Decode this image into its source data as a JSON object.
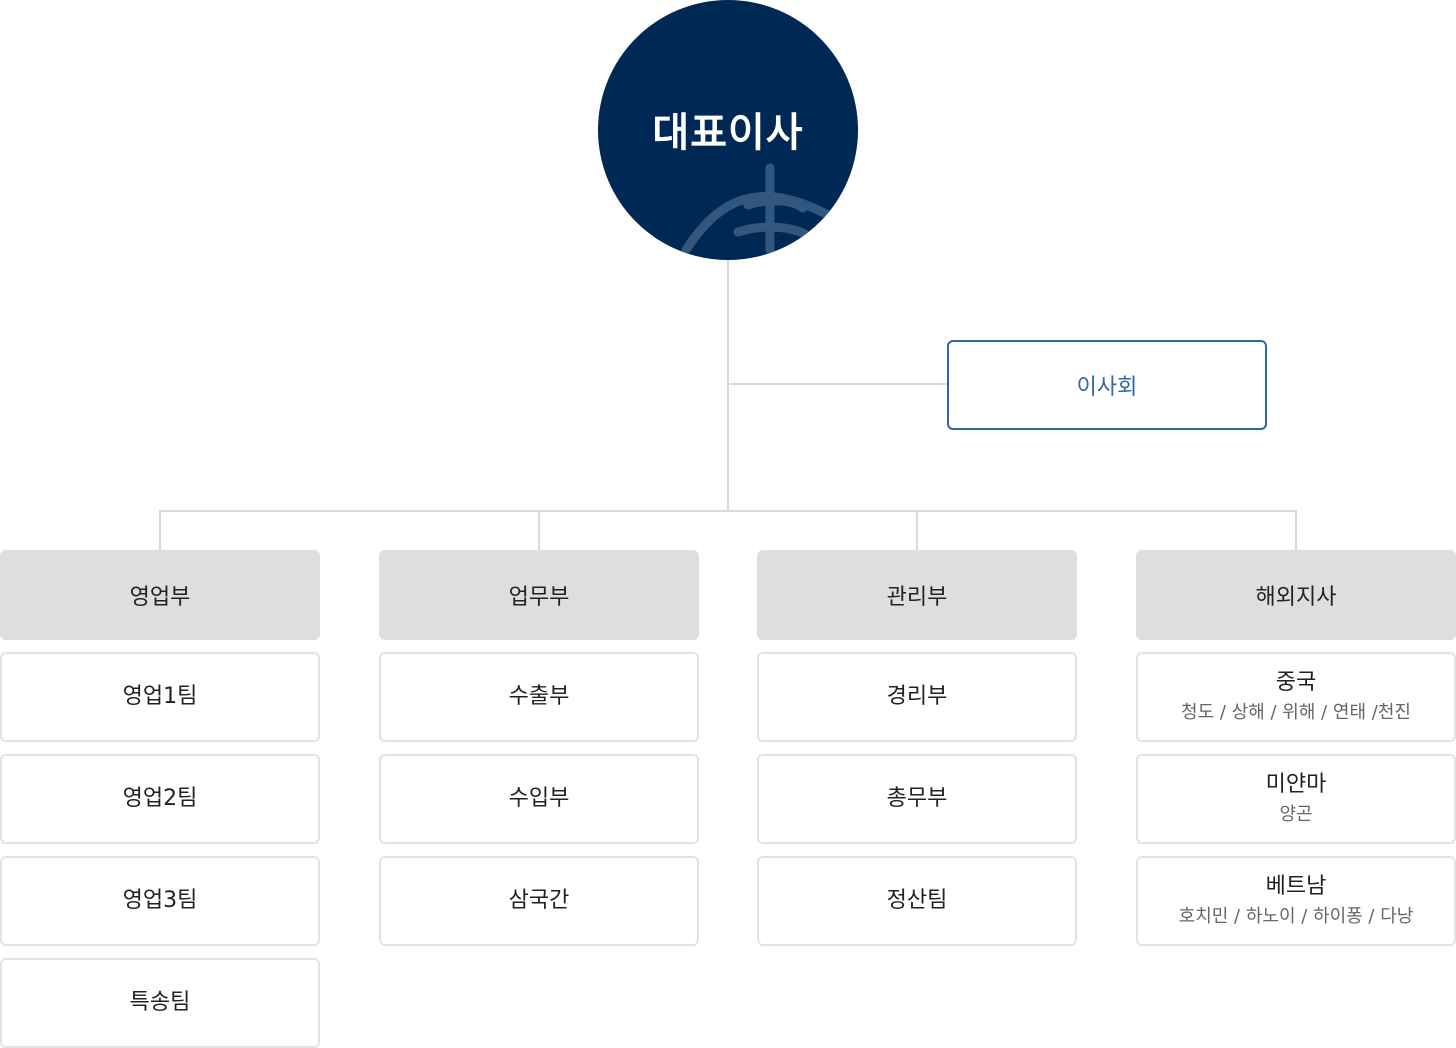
{
  "ceo": {
    "title": "대표이사",
    "emblem": "wave-emblem-icon"
  },
  "board": {
    "label": "이사회"
  },
  "departments": [
    {
      "name": "영업부",
      "teams": [
        {
          "name": "영업1팀",
          "sub": ""
        },
        {
          "name": "영업2팀",
          "sub": ""
        },
        {
          "name": "영업3팀",
          "sub": ""
        },
        {
          "name": "특송팀",
          "sub": ""
        }
      ]
    },
    {
      "name": "업무부",
      "teams": [
        {
          "name": "수출부",
          "sub": ""
        },
        {
          "name": "수입부",
          "sub": ""
        },
        {
          "name": "삼국간",
          "sub": ""
        }
      ]
    },
    {
      "name": "관리부",
      "teams": [
        {
          "name": "경리부",
          "sub": ""
        },
        {
          "name": "총무부",
          "sub": ""
        },
        {
          "name": "정산팀",
          "sub": ""
        }
      ]
    },
    {
      "name": "해외지사",
      "teams": [
        {
          "name": "중국",
          "sub": "청도 / 상해 / 위해 / 연태 /천진"
        },
        {
          "name": "미얀마",
          "sub": "양곤"
        },
        {
          "name": "베트남",
          "sub": "호치민 / 하노이 / 하이퐁 / 다낭"
        }
      ]
    }
  ],
  "colors": {
    "ceo_bg": "#002855",
    "board_border": "#2f67a8",
    "dept_header_bg": "#dedede",
    "connector": "#d9d9d9"
  }
}
